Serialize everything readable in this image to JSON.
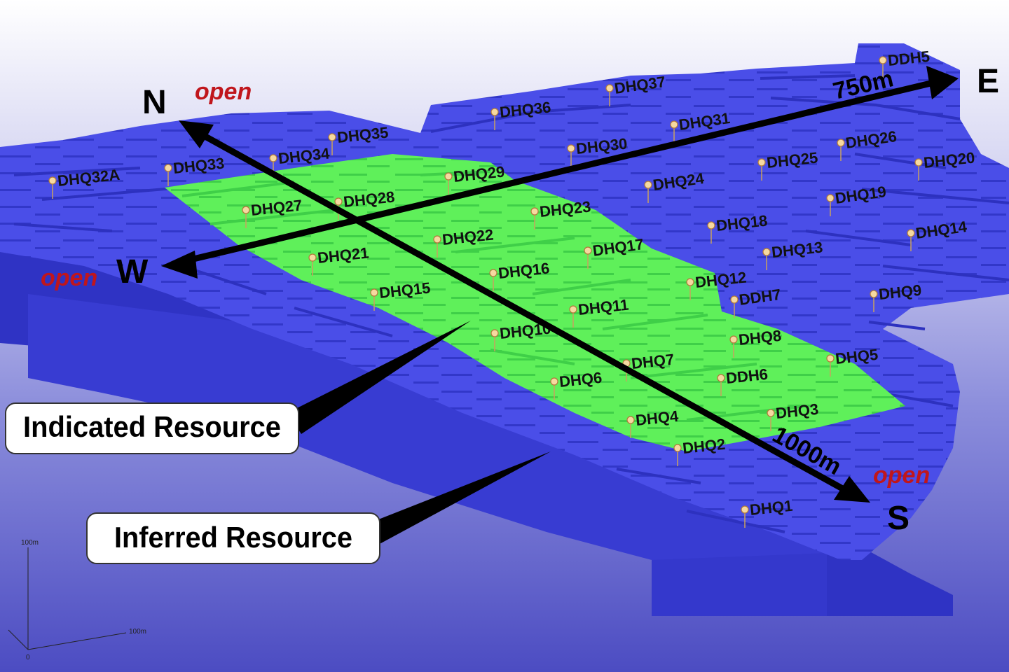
{
  "directions": {
    "north": "N",
    "south": "S",
    "east": "E",
    "west": "W",
    "open": "open"
  },
  "distances": {
    "east_west": "750m",
    "north_south": "1000m"
  },
  "callouts": {
    "indicated": "Indicated Resource",
    "inferred": "Inferred Resource"
  },
  "scale_bar": {
    "vertical": "100m",
    "horizontal": "100m",
    "origin": "0"
  },
  "drill_holes": [
    "DDH5",
    "DHQ37",
    "DHQ36",
    "DHQ31",
    "DHQ35",
    "DHQ34",
    "DHQ33",
    "DHQ32A",
    "DHQ30",
    "DHQ26",
    "DHQ25",
    "DHQ20",
    "DHQ29",
    "DHQ28",
    "DHQ27",
    "DHQ24",
    "DHQ19",
    "DHQ23",
    "DHQ18",
    "DHQ14",
    "DHQ22",
    "DHQ21",
    "DHQ17",
    "DHQ13",
    "DHQ16",
    "DHQ12",
    "DHQ15",
    "DDH7",
    "DHQ9",
    "DHQ11",
    "DHQ10",
    "DHQ8",
    "DHQ7",
    "DHQ5",
    "DHQ6",
    "DDH6",
    "DHQ3",
    "DHQ4",
    "DHQ2",
    "DHQ1"
  ],
  "colors": {
    "inferred": "#4a4ee8",
    "indicated": "#5ff05a",
    "background_top": "#ffffff",
    "background_bottom": "#5050c4",
    "open": "#c0161c"
  }
}
